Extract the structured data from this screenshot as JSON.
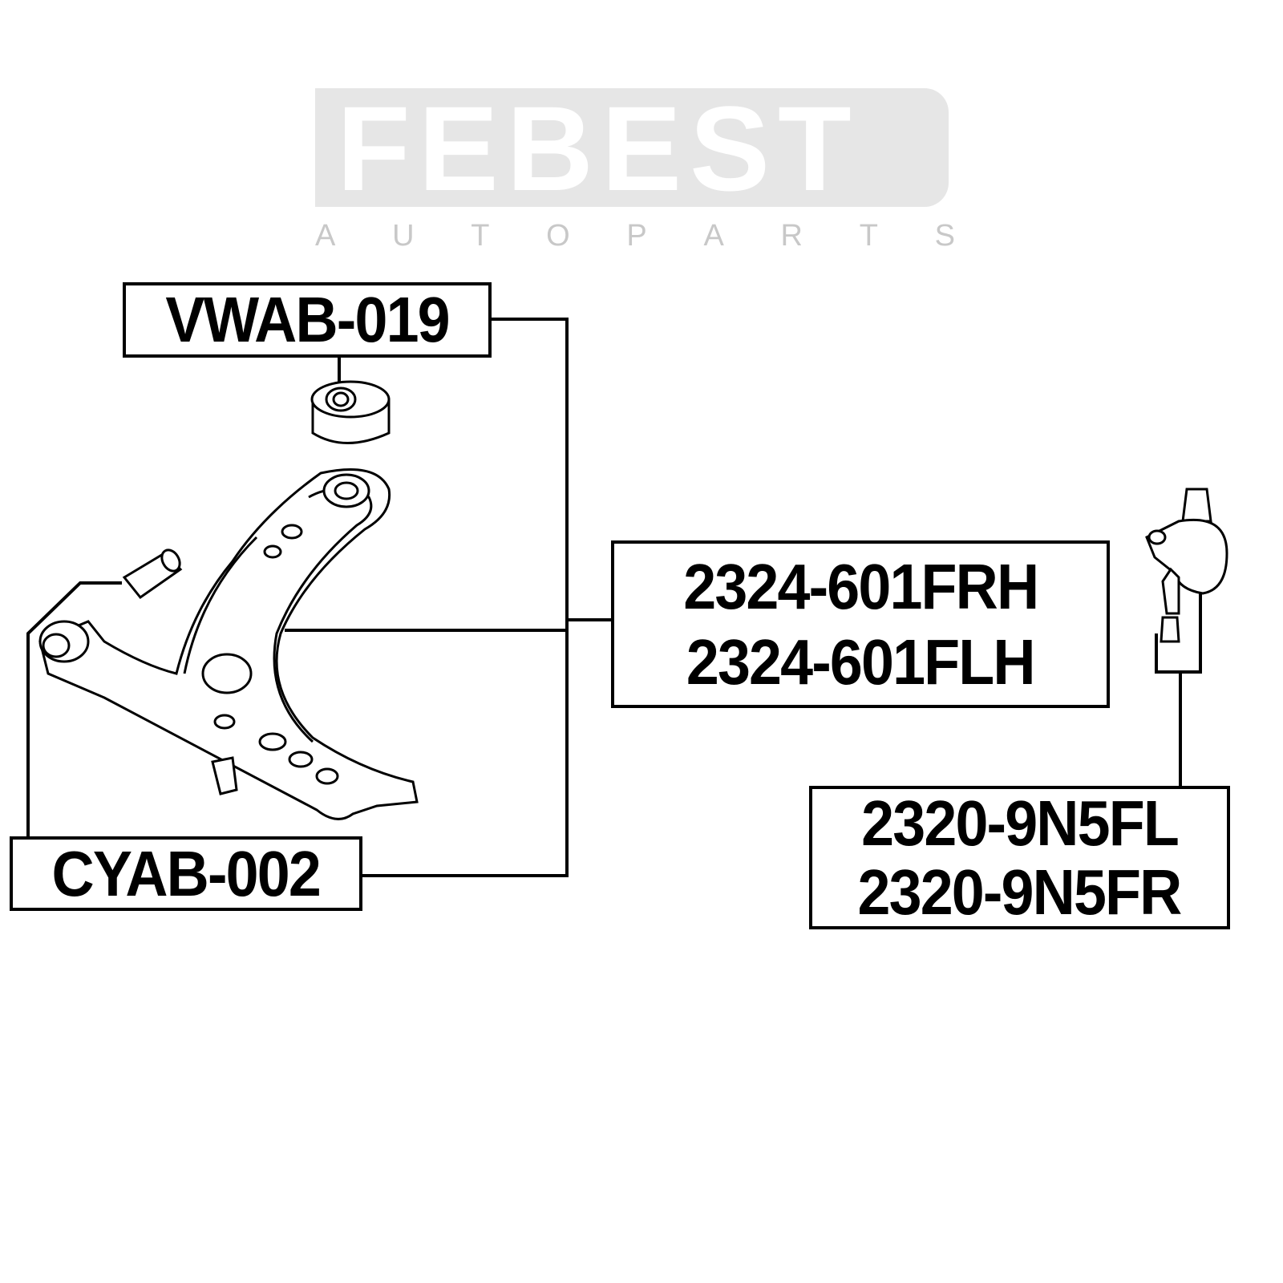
{
  "watermark": {
    "brand": "FEBEST",
    "tagline": [
      "A",
      "U",
      "T",
      "O",
      "P",
      "A",
      "R",
      "T",
      "S"
    ]
  },
  "labels": {
    "bushing_top": "VWAB-019",
    "control_arm": [
      "2324-601FRH",
      "2324-601FLH"
    ],
    "bushing_front": "CYAB-002",
    "ball_joint": [
      "2320-9N5FL",
      "2320-9N5FR"
    ]
  },
  "colors": {
    "line": "#000000",
    "watermark_band": "#e6e6e6",
    "watermark_text": "#c8c8c8"
  }
}
